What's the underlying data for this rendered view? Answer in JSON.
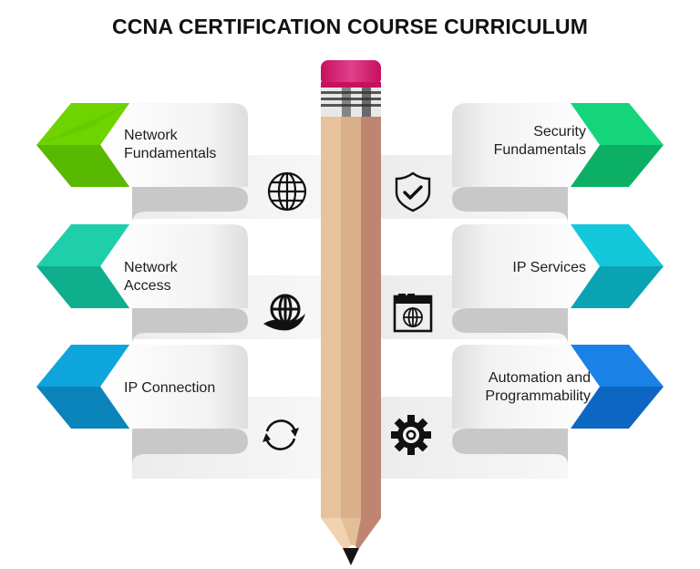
{
  "title": "CCNA CERTIFICATION COURSE CURRICULUM",
  "modules": {
    "left": [
      {
        "line1": "Network",
        "line2": "Fundamentals",
        "icon": "globe-icon",
        "color_light": "#6fd300",
        "color_dark": "#4fa800"
      },
      {
        "line1": "Network",
        "line2": "Access",
        "icon": "globe-hand-icon",
        "color_light": "#1fcfac",
        "color_dark": "#0fa886"
      },
      {
        "line1": "IP Connection",
        "line2": "",
        "icon": "sync-icon",
        "color_light": "#0ea4dc",
        "color_dark": "#0878ad"
      }
    ],
    "right": [
      {
        "line1": "Security",
        "line2": "Fundamentals",
        "icon": "shield-check-icon",
        "color_light": "#14d57a",
        "color_dark": "#0aa65a"
      },
      {
        "line1": "IP Services",
        "line2": "",
        "icon": "browser-globe-icon",
        "color_light": "#14c8dc",
        "color_dark": "#0799ad"
      },
      {
        "line1": "Automation and",
        "line2": "Programmability",
        "icon": "gear-icon",
        "color_light": "#1a82e6",
        "color_dark": "#0c5fb8"
      }
    ]
  },
  "pencil": {
    "eraser": "#d0166e",
    "wood_light": "#e6c39c",
    "wood_mid": "#d9b08a",
    "wood_dark": "#c08571",
    "tip": "#151515"
  }
}
